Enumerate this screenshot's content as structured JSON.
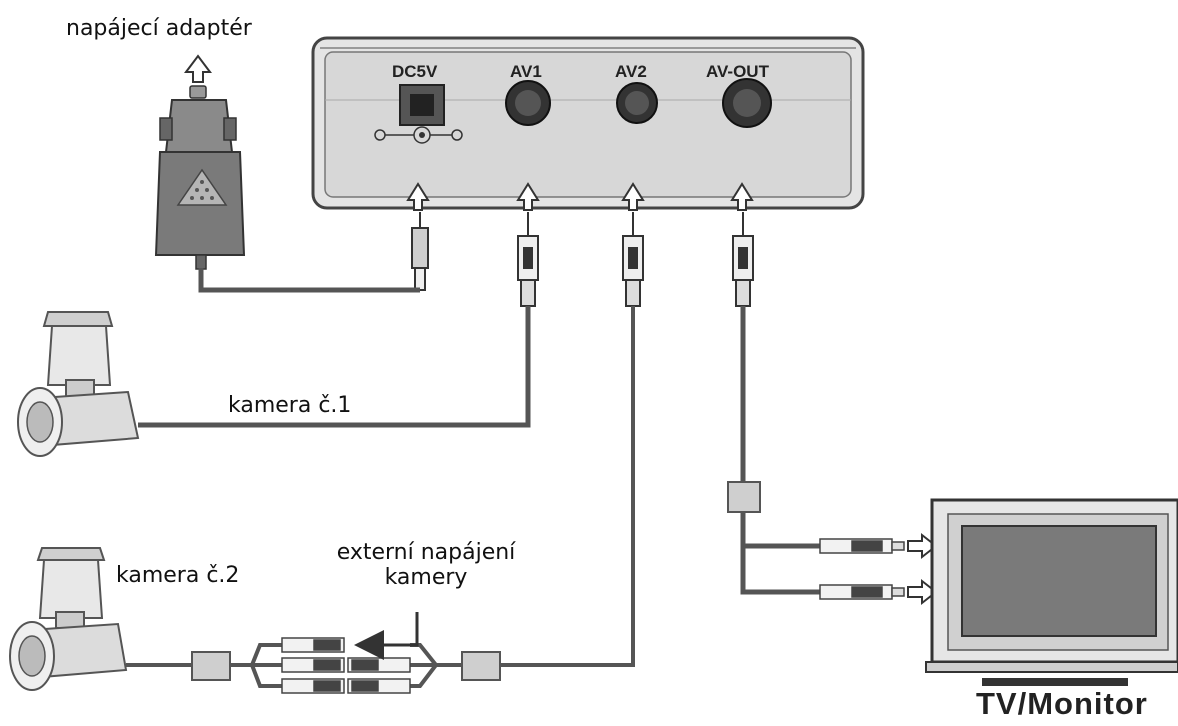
{
  "labels": {
    "power_adapter": "napájecí adaptér",
    "camera_1": "kamera č.1",
    "camera_2": "kamera č.2",
    "external_power_line1": "externí napájení",
    "external_power_line2": "kamery",
    "tv_monitor": "TV/Monitor"
  },
  "ports": {
    "dc": "DC5V",
    "av1": "AV1",
    "av2": "AV2",
    "av_out": "AV-OUT"
  },
  "colors": {
    "ink": "#3a3a3a",
    "box_fill": "#d9d9d9",
    "screen_fill": "#7a7a7a",
    "cable": "#555555"
  }
}
